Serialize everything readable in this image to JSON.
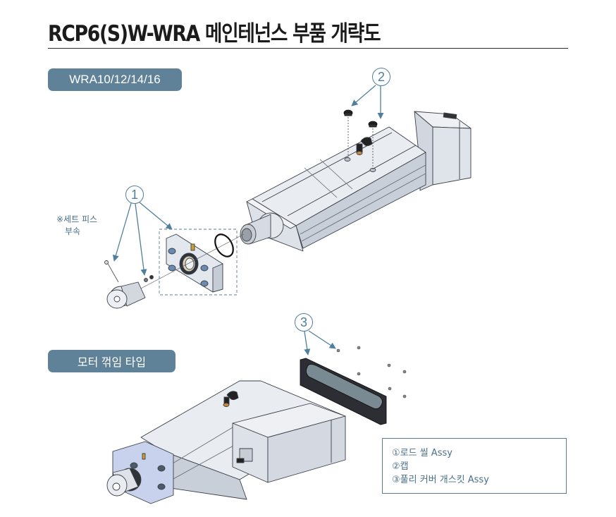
{
  "page": {
    "title": "RCP6(S)W-WRA 메인테넌스 부품 개략도"
  },
  "sections": [
    {
      "label": "WRA10/12/14/16"
    },
    {
      "label": "모터 꺾임 타입"
    }
  ],
  "note": {
    "line1": "※세트 피스",
    "line2": "부속"
  },
  "callouts": [
    {
      "number": "①",
      "part": "로드 씰 Assy"
    },
    {
      "number": "②",
      "part": "캡"
    },
    {
      "number": "③",
      "part": "풀리 커버 개스킷 Assy"
    }
  ],
  "legend": {
    "items": [
      "①로드 씰 Assy",
      "②캡",
      "③풀리 커버 개스킷 Assy"
    ]
  },
  "colors": {
    "accent": "#5f8298",
    "callout": "#4f7f9c",
    "text_blue": "#4a6f88"
  }
}
